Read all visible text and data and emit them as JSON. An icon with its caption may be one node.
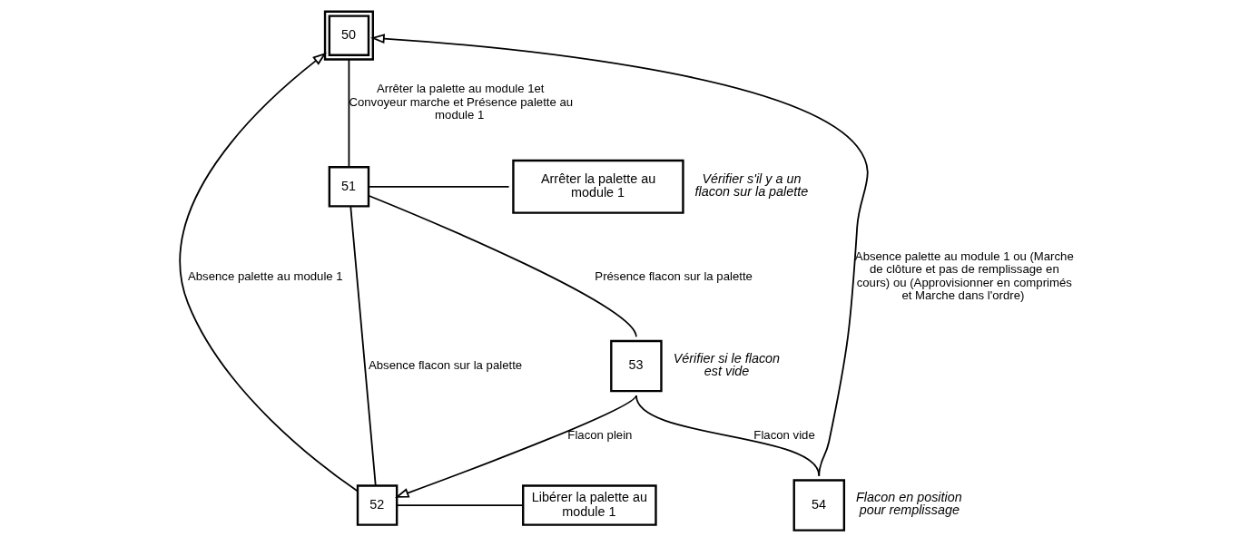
{
  "diagram": {
    "nodes": [
      {
        "text": [
          "50"
        ]
      },
      {
        "text": [
          "51"
        ]
      },
      {
        "text": [
          "Arrêter la palette au module 1"
        ],
        "beside": [
          "Vérifier s'il y a un flacon sur la palette"
        ]
      },
      {
        "text": [
          "52"
        ]
      },
      {
        "text": [
          "Libérer la palette au module 1"
        ]
      },
      {
        "text": [
          "53"
        ],
        "beside": [
          "Vérifier si le flacon est vide"
        ]
      },
      {
        "text": [
          "54"
        ],
        "beside": [
          "Flacon en position pour remplissage"
        ]
      }
    ],
    "edges": [
      {
        "from": 0,
        "to": 1,
        "arrow": "none",
        "label": "Arrêter la palette au module 1et Convoyeur marche et Présence palette au module 1"
      },
      {
        "from": 1,
        "to": 2,
        "arrow": "none"
      },
      {
        "from": 1,
        "to": 3,
        "arrow": "none",
        "label": "Absence flacon sur la palette"
      },
      {
        "from": 1,
        "to": 5,
        "arrow": "none",
        "label": "Présence flacon sur la palette"
      },
      {
        "from": 3,
        "to": 4,
        "arrow": "none"
      },
      {
        "from": 5,
        "to": 3,
        "arrow": "to",
        "label": "Flacon plein"
      },
      {
        "from": 5,
        "to": 6,
        "arrow": "none",
        "label": "Flacon vide"
      },
      {
        "from": 3,
        "to": 0,
        "arrow": "to",
        "label": "Absence palette au module 1"
      },
      {
        "from": 6,
        "to": 0,
        "arrow": "to",
        "label": "Absence palette au module 1 ou (Marche de clôture et pas de remplissage en cours) ou (Approvisionner en comprimés et Marche dans l'ordre)"
      }
    ]
  }
}
